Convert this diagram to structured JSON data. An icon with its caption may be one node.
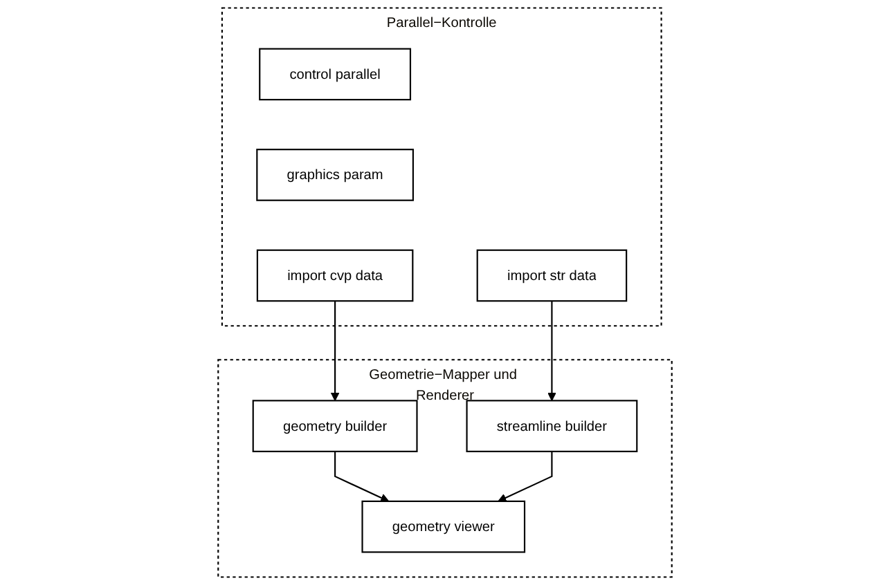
{
  "diagram": {
    "nodes": [
      {
        "text": [
          "Parallel−Kontrolle"
        ]
      },
      {
        "text": [
          "control parallel"
        ],
        "in": 0
      },
      {
        "text": [
          "graphics param"
        ],
        "in": 0
      },
      {
        "text": [
          "import cvp data"
        ],
        "in": 0
      },
      {
        "text": [
          "import str data"
        ],
        "in": 0
      },
      {
        "text": [
          "Geometrie−Mapper und Renderer"
        ]
      },
      {
        "text": [
          "geometry builder"
        ],
        "in": 5
      },
      {
        "text": [
          "streamline builder"
        ],
        "in": 5
      },
      {
        "text": [
          "geometry viewer"
        ],
        "in": 5
      }
    ],
    "edges": [
      {
        "from": 3,
        "to": 6,
        "arrow": "to"
      },
      {
        "from": 4,
        "to": 7,
        "arrow": "to"
      },
      {
        "from": 6,
        "to": 8,
        "arrow": "to"
      },
      {
        "from": 7,
        "to": 8,
        "arrow": "to"
      }
    ]
  }
}
